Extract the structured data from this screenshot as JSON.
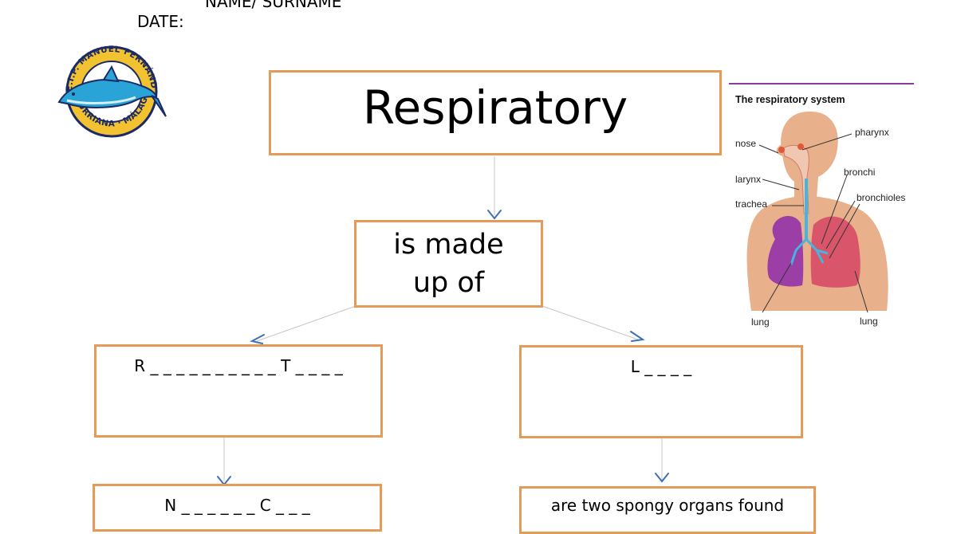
{
  "header": {
    "name_label": "NAME/ SURNAME",
    "date_label": "DATE:"
  },
  "logo": {
    "top_text": "C.E.I.P. MANUEL FERNÁNDEZ",
    "bottom_text": "CHURRIANA · MÁLAGA",
    "icon": "dolphin-icon",
    "colors": {
      "ring": "#f2c230",
      "outline": "#1b2a66",
      "dolphin": "#2aa3d6",
      "sky": "#ffffff"
    }
  },
  "map": {
    "title_box": {
      "text": "Respiratory"
    },
    "made_up": {
      "text_line1": "is made",
      "text_line2": "up of"
    },
    "left_box": {
      "text": "R _ _ _ _ _ _ _ _ _ _ T _ _ _ _"
    },
    "right_box": {
      "text": "L _ _ _ _"
    },
    "bottom_left": {
      "text": "N _ _ _ _ _ _ C _ _ _"
    },
    "bottom_right": {
      "text": "are two spongy organs found"
    }
  },
  "figure": {
    "title": "The respiratory system",
    "labels": {
      "nose": "nose",
      "pharynx": "pharynx",
      "larynx": "larynx",
      "trachea": "trachea",
      "bronchi": "bronchi",
      "bronchioles": "bronchioles",
      "lung_left": "lung",
      "lung_right": "lung"
    },
    "colors": {
      "rule": "#8a3d9c",
      "skin": "#e9b08c",
      "lung_left": "#9b3fa6",
      "lung_right": "#d9556a",
      "airway": "#44b4e0"
    }
  },
  "colors": {
    "box_border": "#e69a58",
    "arrow": "#3f6fb5",
    "connector": "#c8c8c8"
  }
}
